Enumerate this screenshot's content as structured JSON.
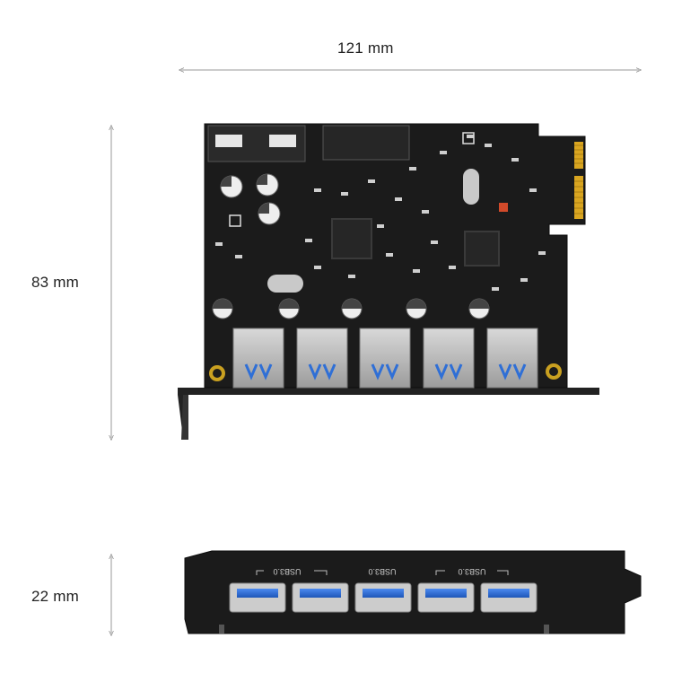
{
  "dimensions": {
    "width": "121 mm",
    "height": "83 mm",
    "depth": "22 mm"
  },
  "bracket_labels": [
    "USB3.0",
    "USB3.0",
    "USB3.0"
  ],
  "colors": {
    "pcb": "#1a1a1a",
    "usb_port_metal": "#b8b8b8",
    "usb_tongue": "#2f6fd6",
    "gold_finger": "#d9a520",
    "dimension_line": "#999999"
  },
  "icons": [
    "usb-port-icon",
    "capacitor-icon",
    "chip-icon",
    "crystal-icon",
    "mounting-hole-icon"
  ]
}
